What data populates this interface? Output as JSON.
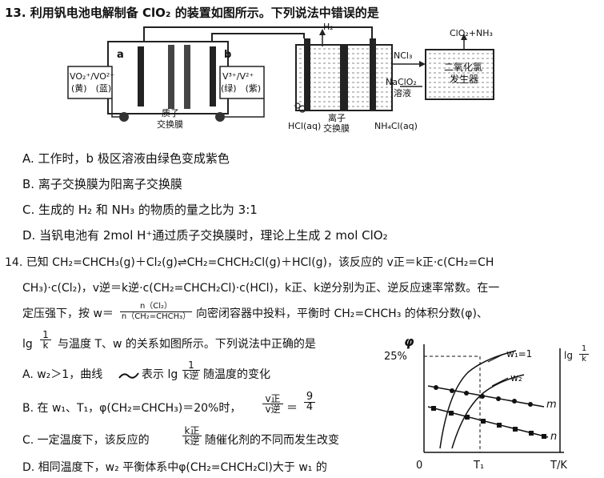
{
  "q13": {
    "stem": "13. 利用钒电池电解制备 ClO₂ 的装置如图所示。下列说法中错误的是",
    "options": {
      "A": "A.  工作时，b 极区溶液由绿色变成紫色",
      "B": "B.  离子交换膜为阳离子交换膜",
      "C": "C.  生成的 H₂ 和 NH₃ 的物质的量之比为 3:1",
      "D": "D.  当钒电池有 2mol H⁺通过质子交换膜时，理论上生成 2 mol ClO₂"
    }
  },
  "q13_figure": {
    "left_label_line1": "VO₂⁺/VO²⁺",
    "left_label_line2": "(黄)　(蓝)",
    "right_label_line1": "V³⁺/V²⁺",
    "right_label_line2": "(绿)　(紫)",
    "electrode_a": "a",
    "electrode_b": "b",
    "membrane1_line1": "质子",
    "membrane1_line2": "交换膜",
    "h2": "H₂",
    "hcl": "HCl(aq)",
    "membrane2_line1": "离子",
    "membrane2_line2": "交换膜",
    "nh4cl": "NH₄Cl(aq)",
    "ncl3": "NCl₃",
    "naclo2_line1": "NaClO₂",
    "naclo2_line2": "溶液",
    "product": "ClO₂+NH₃",
    "generator_line1": "二氧化氯",
    "generator_line2": "发生器"
  },
  "q14": {
    "line1": "14. 已知 CH₂=CHCH₃(g)＋Cl₂(g)⇌CH₂=CHCH₂Cl(g)＋HCl(g)，该反应的 v正＝k正·c(CH₂=CH",
    "line2": "CH₃)·c(Cl₂)，v逆＝k逆·c(CH₂=CHCH₂Cl)·c(HCl)，k正、k逆分别为正、逆反应速率常数。在一",
    "line3_start": "定压强下，按 w＝",
    "w_numerator": "n（Cl₂）",
    "w_denominator": "n（CH₂=CHCH₃）",
    "line3_end": "向密闭容器中投料，平衡时 CH₂=CHCH₃ 的体积分数(φ)、",
    "line4_start": "lg",
    "line4_num": "1",
    "line4_den": "k",
    "line4_end": "与温度 T、w 的关系如图所示。下列说法中正确的是",
    "optA_start": "A.  w₂＞1，曲线",
    "optA_mid": "表示 lg",
    "optA_num": "1",
    "optA_den": "k逆",
    "optA_end": "随温度的变化",
    "optB_start": "B.  在 w₁、T₁，φ(CH₂=CHCH₃)＝20%时，",
    "optB_num": "v正",
    "optB_den": "v逆",
    "optB_eq": "＝",
    "optB_num2": "9",
    "optB_den2": "4",
    "optC_start": "C.  一定温度下，该反应的",
    "optC_num": "k正",
    "optC_den": "k逆",
    "optC_end": "随催化剂的不同而发生改变",
    "optD": "D.  相同温度下，w₂ 平衡体系中φ(CH₂=CHCH₂Cl)大于 w₁ 的"
  },
  "q14_chart": {
    "phi_label": "φ",
    "pct_label": "25%",
    "w1_label": "w₁=1",
    "w2_label": "w₂",
    "lg_label": "lg",
    "lg_num": "1",
    "lg_den": "k",
    "m_label": "m",
    "n_label": "n",
    "origin": "0",
    "t1": "T₁",
    "tk": "T/K"
  }
}
